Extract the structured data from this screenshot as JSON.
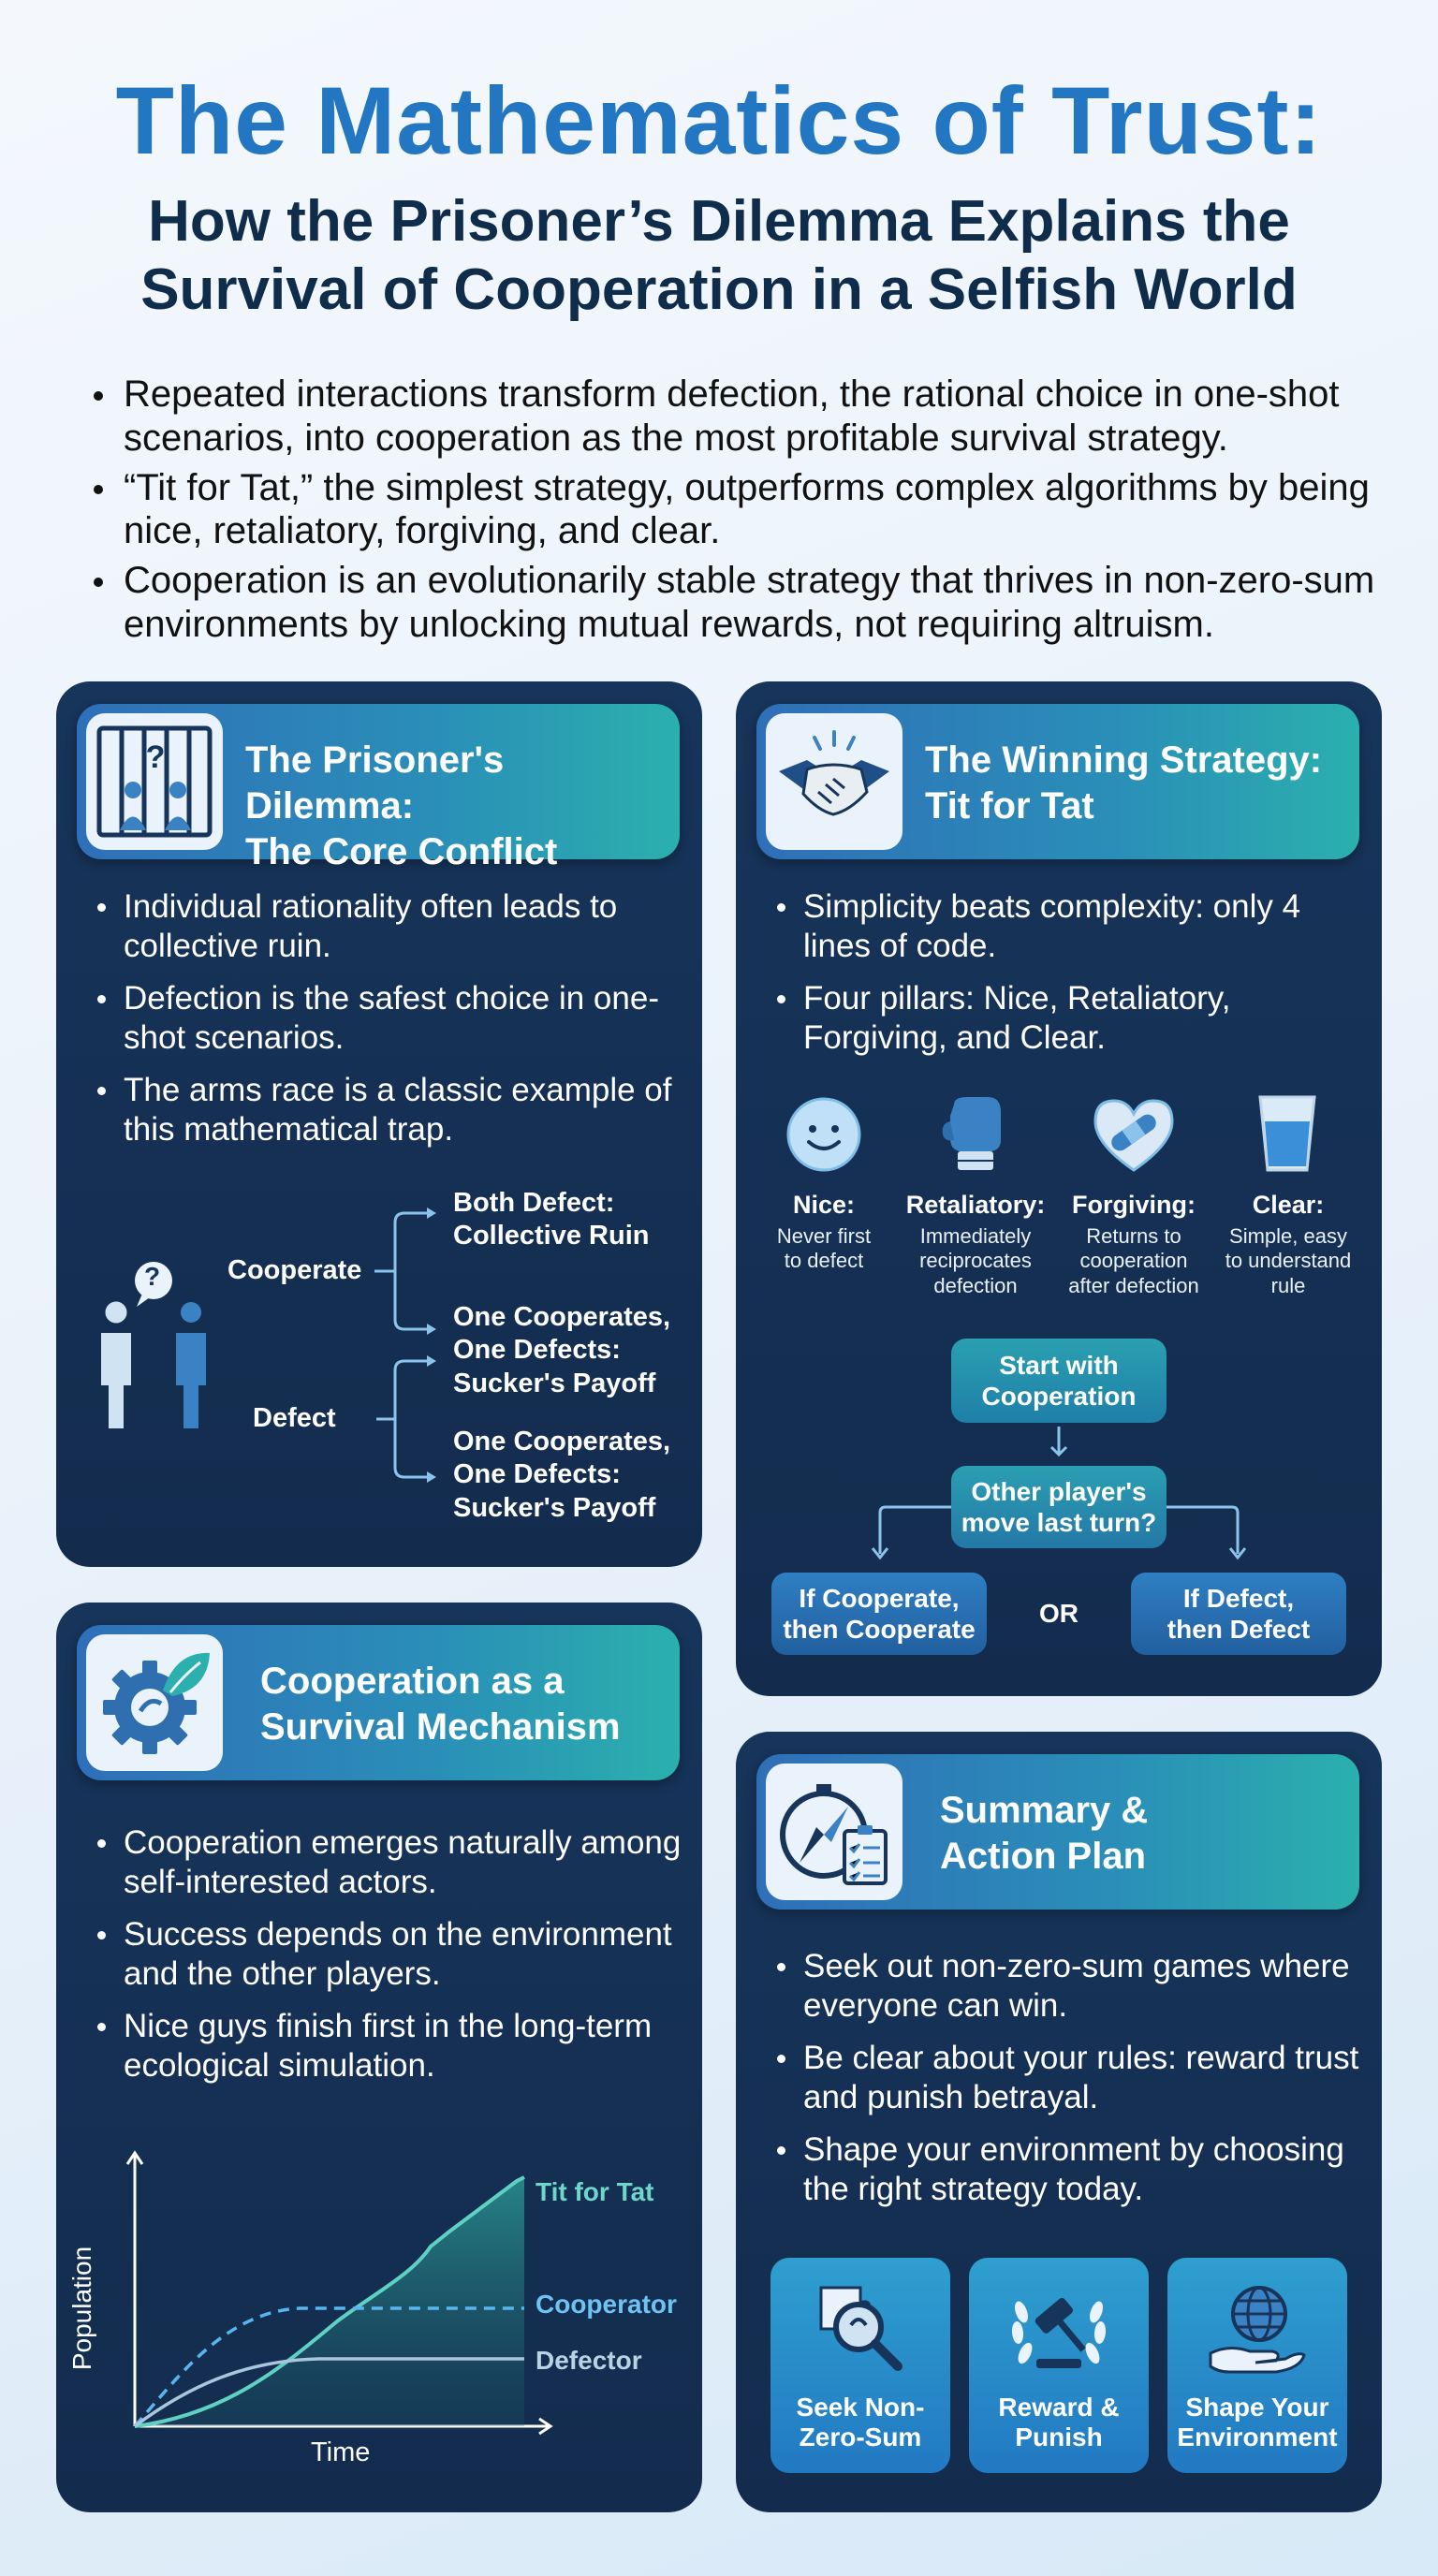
{
  "title": {
    "line1": "The Mathematics of Trust:",
    "line2a": "How the Prisoner’s Dilemma Explains the",
    "line2b": "Survival of Cooperation in a Selfish World"
  },
  "intro": [
    "Repeated interactions transform defection, the rational choice in one-shot scenarios, into cooperation as the most profitable survival strategy.",
    "“Tit for Tat,” the simplest strategy, outperforms complex algorithms by being nice, retaliatory, forgiving, and clear.",
    "Cooperation is an evolutionarily stable strategy that thrives in non-zero-sum environments by unlocking mutual rewards, not requiring altruism."
  ],
  "dilemma": {
    "title1": "The Prisoner's Dilemma:",
    "title2": "The Core Conflict",
    "bullets": [
      "Individual rationality often leads to collective ruin.",
      "Defection is the safest choice in one-shot scenarios.",
      "The arms race is a classic example of this mathematical trap."
    ],
    "tree": {
      "question": "?",
      "cooperate": "Cooperate",
      "defect": "Defect",
      "o1a": "Both Defect:",
      "o1b": "Collective Ruin",
      "o2a": "One Cooperates,",
      "o2b": "One Defects:",
      "o2c": "Sucker's Payoff",
      "o3a": "One Cooperates,",
      "o3b": "One Defects:",
      "o3c": "Sucker's Payoff"
    }
  },
  "winning": {
    "title1": "The Winning Strategy:",
    "title2": "Tit for Tat",
    "bullets": [
      "Simplicity beats complexity: only 4 lines of code.",
      "Four pillars: Nice, Retaliatory, Forgiving, and Clear."
    ],
    "pillars": [
      {
        "name": "Nice:",
        "d1": "Never first",
        "d2": "to defect",
        "d3": "",
        "icon": "smiley-icon"
      },
      {
        "name": "Retaliatory:",
        "d1": "Immediately",
        "d2": "reciprocates",
        "d3": "defection",
        "icon": "boxing-glove-icon"
      },
      {
        "name": "Forgiving:",
        "d1": "Returns to",
        "d2": "cooperation",
        "d3": "after defection",
        "icon": "bandaged-heart-icon"
      },
      {
        "name": "Clear:",
        "d1": "Simple, easy",
        "d2": "to understand",
        "d3": "rule",
        "icon": "water-glass-icon"
      }
    ],
    "flow": {
      "start1": "Start with",
      "start2": "Cooperation",
      "q1": "Other player's",
      "q2": "move last turn?",
      "left1": "If Cooperate,",
      "left2": "then Cooperate",
      "or": "OR",
      "right1": "If Defect,",
      "right2": "then Defect"
    }
  },
  "survival": {
    "title1": "Cooperation as a",
    "title2": "Survival Mechanism",
    "bullets": [
      "Cooperation emerges naturally among self-interested actors.",
      "Success depends on the environment and the other players.",
      "Nice guys finish first in the long-term ecological simulation."
    ],
    "chart": {
      "ylabel": "Population",
      "xlabel": "Time",
      "series": [
        "Tit for Tat",
        "Cooperator",
        "Defector"
      ]
    }
  },
  "summary": {
    "title1": "Summary &",
    "title2": "Action Plan",
    "bullets": [
      "Seek out non-zero-sum games where everyone can win.",
      "Be clear about your rules: reward trust and punish betrayal.",
      "Shape your environment by choosing the right strategy today."
    ],
    "actions": [
      {
        "l1": "Seek Non-",
        "l2": "Zero-Sum",
        "icon": "magnifier-puzzle-icon"
      },
      {
        "l1": "Reward &",
        "l2": "Punish",
        "icon": "gavel-laurel-icon"
      },
      {
        "l1": "Shape Your",
        "l2": "Environment",
        "icon": "globe-hand-icon"
      }
    ]
  },
  "colors": {
    "title": "#2376c2",
    "panel": "#17345a",
    "accent": "#2bb0ad",
    "chartTeal": "#5fd0c4",
    "chartBlue": "#57b6ee",
    "chartGray": "#a8c6dc"
  }
}
